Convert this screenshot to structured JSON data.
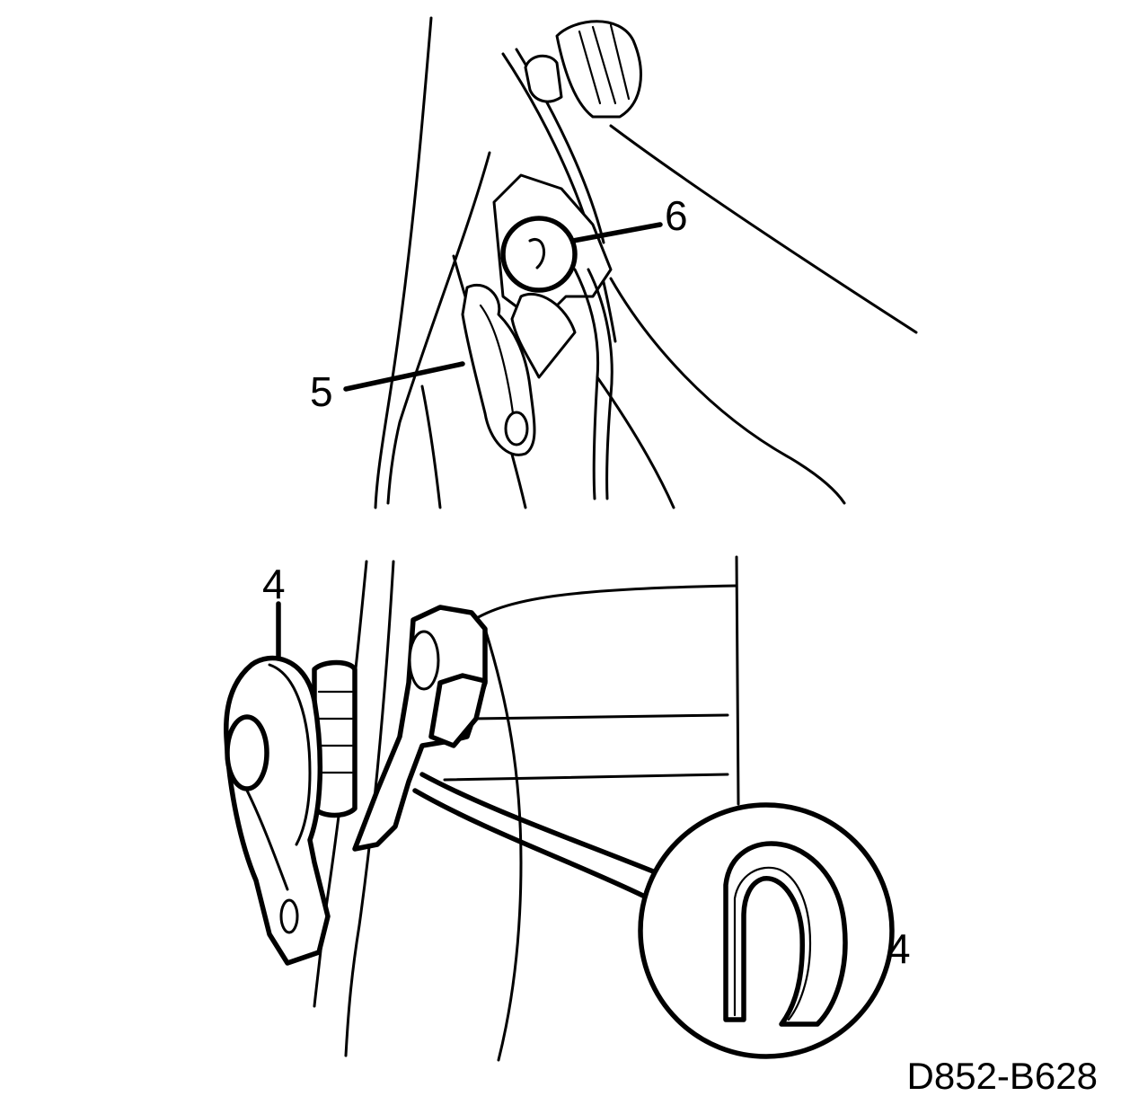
{
  "callouts": {
    "part_4_main": "4",
    "part_4_detail": "4",
    "part_5": "5",
    "part_6": "6"
  },
  "figure_code": "D852-B628"
}
